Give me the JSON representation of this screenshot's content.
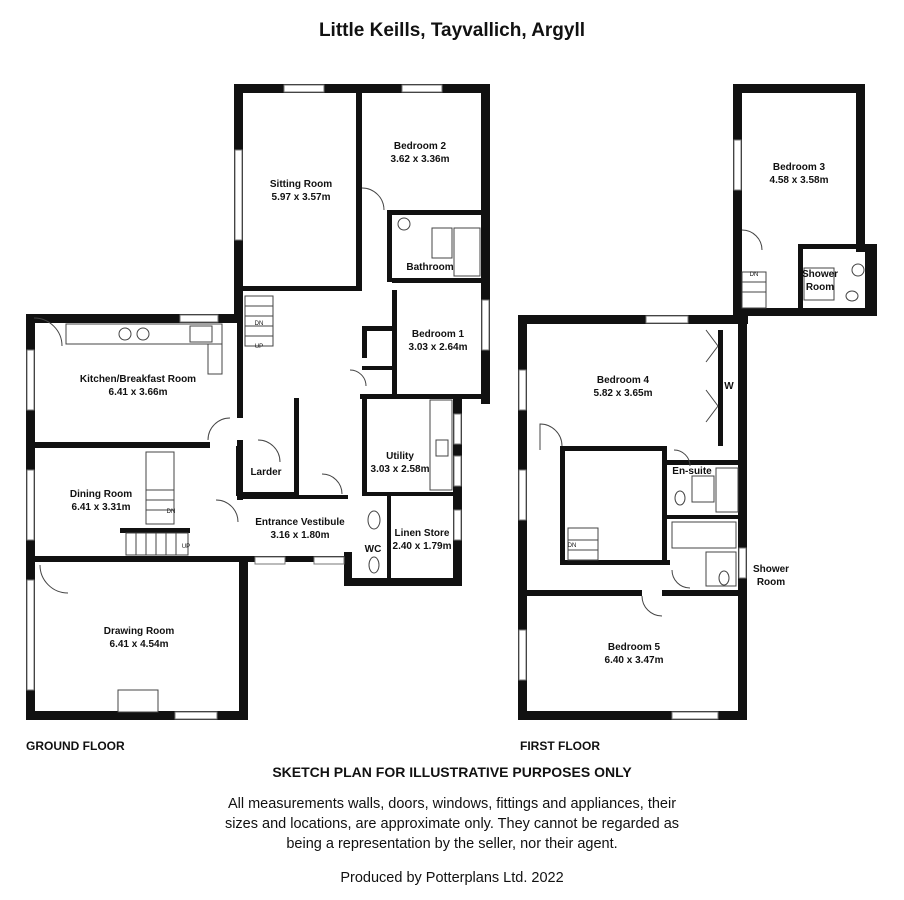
{
  "title": "Little Keills, Tayvallich, Argyll",
  "floors": {
    "ground": "GROUND FLOOR",
    "first": "FIRST FLOOR"
  },
  "rooms": {
    "sitting_room": {
      "name": "Sitting Room",
      "size": "5.97 x 3.57m"
    },
    "bedroom_2": {
      "name": "Bedroom 2",
      "size": "3.62 x 3.36m"
    },
    "bathroom": {
      "name": "Bathroom"
    },
    "bedroom_1": {
      "name": "Bedroom 1",
      "size": "3.03 x 2.64m"
    },
    "kitchen": {
      "name": "Kitchen/Breakfast Room",
      "size": "6.41 x 3.66m"
    },
    "larder": {
      "name": "Larder"
    },
    "utility": {
      "name": "Utility",
      "size": "3.03 x 2.58m"
    },
    "dining_room": {
      "name": "Dining Room",
      "size": "6.41 x 3.31m"
    },
    "entrance_vestibule": {
      "name": "Entrance Vestibule",
      "size": "3.16 x 1.80m"
    },
    "wc": {
      "name": "WC"
    },
    "linen_store": {
      "name": "Linen Store",
      "size": "2.40 x 1.79m"
    },
    "drawing_room": {
      "name": "Drawing Room",
      "size": "6.41 x 4.54m"
    },
    "bedroom_3": {
      "name": "Bedroom 3",
      "size": "4.58 x 3.58m"
    },
    "shower_room_1": {
      "name": "Shower Room"
    },
    "bedroom_4": {
      "name": "Bedroom 4",
      "size": "5.82 x 3.65m"
    },
    "wardrobe": {
      "name": "W"
    },
    "en_suite": {
      "name": "En-suite"
    },
    "shower_room_2": {
      "name": "Shower Room"
    },
    "bedroom_5": {
      "name": "Bedroom 5",
      "size": "6.40 x 3.47m"
    }
  },
  "stair_marks": {
    "up": "UP",
    "dn": "DN"
  },
  "disclaimer": {
    "heading": "SKETCH PLAN FOR ILLUSTRATIVE PURPOSES ONLY",
    "line1": "All measurements walls, doors, windows, fittings and appliances, their",
    "line2": "sizes and locations, are approximate only. They cannot be regarded as",
    "line3": "being a representation by the seller, nor their agent."
  },
  "producer": "Produced by Potterplans Ltd. 2022"
}
